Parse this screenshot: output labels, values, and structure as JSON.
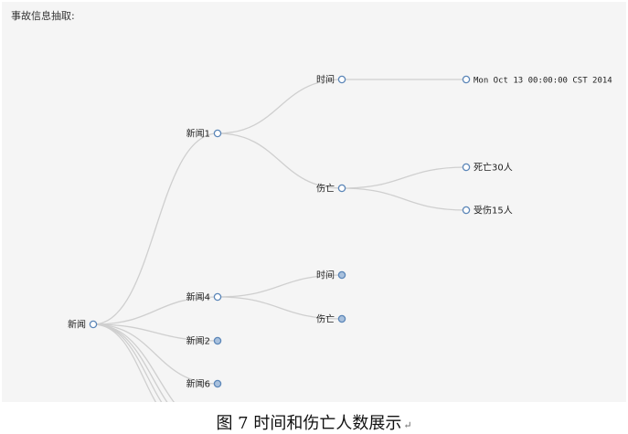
{
  "panel": {
    "title": "事故信息抽取:"
  },
  "tree": {
    "nodes": [
      {
        "id": "root",
        "label": "新闻",
        "state": "open"
      },
      {
        "id": "news1",
        "label": "新闻1",
        "state": "open",
        "parent": "root"
      },
      {
        "id": "news4",
        "label": "新闻4",
        "state": "open",
        "parent": "root"
      },
      {
        "id": "news2",
        "label": "新闻2",
        "state": "closed",
        "parent": "root"
      },
      {
        "id": "news6",
        "label": "新闻6",
        "state": "closed",
        "parent": "root"
      },
      {
        "id": "time1",
        "label": "时间",
        "state": "open",
        "parent": "news1"
      },
      {
        "id": "casualty1",
        "label": "伤亡",
        "state": "open",
        "parent": "news1"
      },
      {
        "id": "timestamp",
        "label": "Mon Oct 13 00:00:00 CST 2014",
        "state": "open",
        "parent": "time1"
      },
      {
        "id": "dead",
        "label": "死亡30人",
        "state": "open",
        "parent": "casualty1"
      },
      {
        "id": "injured",
        "label": "受伤15人",
        "state": "open",
        "parent": "casualty1"
      },
      {
        "id": "time4",
        "label": "时间",
        "state": "closed",
        "parent": "news4"
      },
      {
        "id": "casualty4",
        "label": "伤亡",
        "state": "closed",
        "parent": "news4"
      }
    ]
  },
  "caption": {
    "text": "图 7 时间和伤亡人数展示",
    "return_mark": "↵"
  }
}
